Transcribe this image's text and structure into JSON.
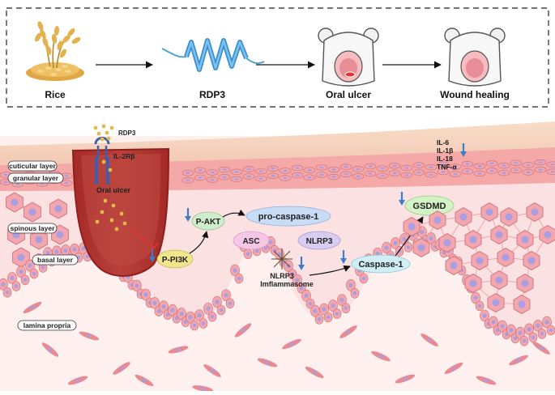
{
  "top_panel": {
    "steps": [
      "Rice",
      "RDP3",
      "Oral ulcer",
      "Wound healing"
    ]
  },
  "layers": {
    "cuticular": "cuticular layer",
    "granular": "granular layer",
    "spinous": "spinous layer",
    "basal": "basal layer",
    "lamina": "lamina propria"
  },
  "ulcer": {
    "ligand": "RDP3",
    "receptor": "IL-2Rβ",
    "label": "Oral ulcer"
  },
  "pathway": {
    "p_pi3k": "P-PI3K",
    "p_akt": "P-AKT",
    "pro_caspase": "pro-caspase-1",
    "asc": "ASC",
    "nlrp3": "NLRP3",
    "inflammasome_line1": "NLRP3",
    "inflammasome_line2": "Imflammasome",
    "caspase1": "Caspase-1",
    "gsdmd": "GSDMD",
    "cytokines": [
      "IL-6",
      "IL-1β",
      "IL-18",
      "TNF-α"
    ]
  },
  "colors": {
    "tissue_dark": "#b5322f",
    "tissue_light": "#f0a5a5",
    "cell_fill": "#f3a6ad",
    "nucleus": "#a89ee0",
    "arrow_blue": "#3d7cc9",
    "akt_green": "#cfeccc",
    "pi3k_yellow": "#f0e68c",
    "procaspase_blue": "#c9dcf5",
    "asc_pink": "#f5c6e6",
    "nlrp3_purple": "#d6cdf1",
    "caspase_cyan": "#cfeef5",
    "gsdmd_green": "#d3f2c6"
  }
}
